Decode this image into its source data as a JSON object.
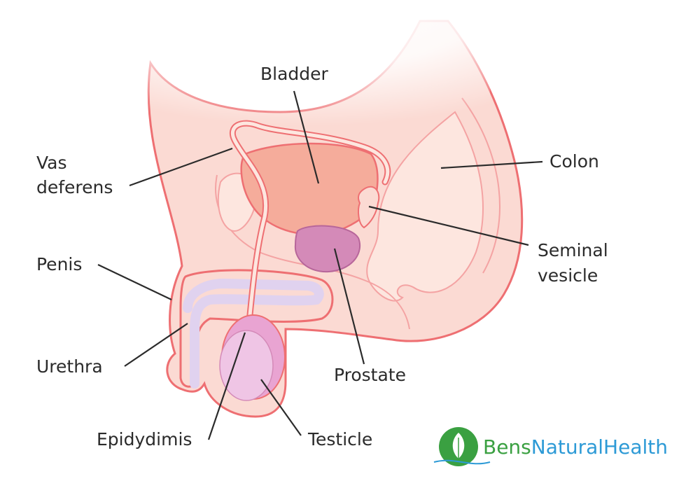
{
  "colors": {
    "outline": "#ee6f72",
    "skin": "#fbdad3",
    "skin_light": "#fde6df",
    "bladder": "#f5ac9b",
    "prostate": "#d48ab8",
    "urethra": "#e0d2ef",
    "testicle": "#efc5e5",
    "epididymis": "#e9a4d2",
    "leader": "#2b2b2b",
    "logo_green": "#3aa041",
    "logo_blue": "#2d9ad6"
  },
  "labels": {
    "bladder": "Bladder",
    "vas_deferens": "Vas deferens",
    "vas_line1": "Vas",
    "vas_line2": "deferens",
    "colon": "Colon",
    "seminal_line1": "Seminal",
    "seminal_line2": "vesicle",
    "penis": "Penis",
    "urethra": "Urethra",
    "prostate": "Prostate",
    "epididymis": "Epidydimis",
    "testicle": "Testicle"
  },
  "brand": {
    "part1": "Bens",
    "part2": "NaturalHealth",
    "logo_icon": "leaf-logo-icon"
  }
}
